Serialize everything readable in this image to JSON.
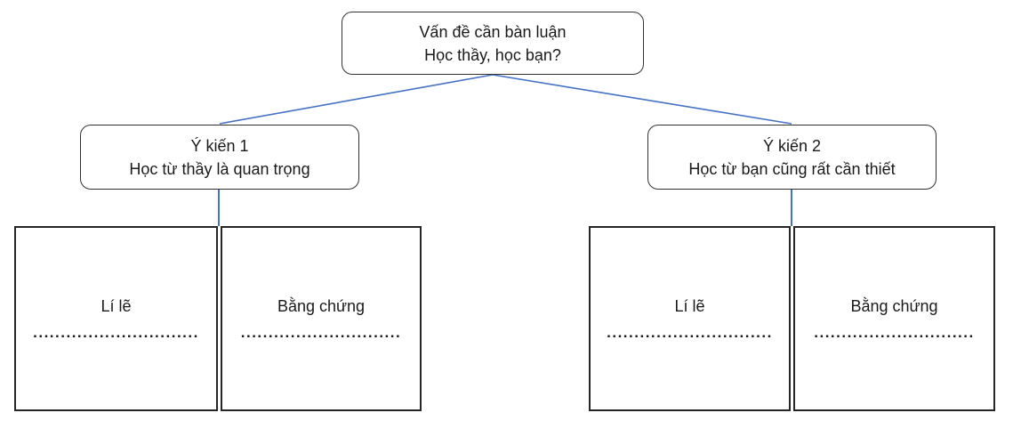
{
  "diagram": {
    "root": {
      "line1": "Vấn đề cần bàn luận",
      "line2": "Học thầy, học bạn?"
    },
    "opinions": [
      {
        "line1": "Ý kiến 1",
        "line2": "Học từ thầy là quan trọng",
        "children": [
          {
            "label": "Lí lẽ",
            "dots": ".............................."
          },
          {
            "label": "Bằng chứng",
            "dots": "............................."
          }
        ]
      },
      {
        "line1": "Ý kiến 2",
        "line2": "Học từ bạn cũng rất cần thiết",
        "children": [
          {
            "label": "Lí lẽ",
            "dots": ".............................."
          },
          {
            "label": "Bằng chứng",
            "dots": "............................."
          }
        ]
      }
    ],
    "colors": {
      "connector": "#4472C4",
      "box_border": "#333333",
      "text": "#1a1a1a",
      "background": "#ffffff"
    }
  }
}
